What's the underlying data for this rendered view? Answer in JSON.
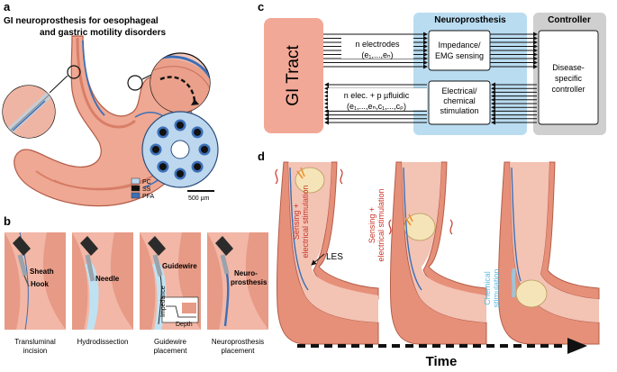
{
  "panel_a": {
    "label": "a",
    "title_line1": "GI neuroprosthesis for oesophageal",
    "title_line2": "and gastric motility disorders",
    "legend": [
      {
        "key": "PC",
        "color": "#bcd7ee"
      },
      {
        "key": "SS",
        "color": "#111111"
      },
      {
        "key": "PFA",
        "color": "#3c6fb6"
      }
    ],
    "scale_bar": "500 µm"
  },
  "panel_b": {
    "label": "b",
    "steps": [
      {
        "caption_line1": "Transluminal",
        "caption_line2": "incision",
        "labels": [
          "Sheath",
          "Hook"
        ]
      },
      {
        "caption_line1": "Hydrodissection",
        "caption_line2": "",
        "labels": [
          "Needle"
        ]
      },
      {
        "caption_line1": "Guidewire",
        "caption_line2": "placement",
        "labels": [
          "Guidewire"
        ]
      },
      {
        "caption_line1": "Neuroprosthesis",
        "caption_line2": "placement",
        "labels": [
          "Neuro-",
          "prosthesis"
        ]
      }
    ],
    "inset_ylabel": "Impedance",
    "inset_xlabel": "Depth"
  },
  "panel_c": {
    "label": "c",
    "gi_tract": "GI Tract",
    "neuro_header": "Neuroprosthesis",
    "controller_header": "Controller",
    "top_arrow_line1": "n electrodes",
    "top_arrow_line2": "(e₁,...,eₙ)",
    "bottom_arrow_line1": "n elec. + p µfluidic",
    "bottom_arrow_line2": "(e₁,...,eₙ,c₁,...,cₚ)",
    "sensing_line1": "Impedance/",
    "sensing_line2": "EMG sensing",
    "stim_line1": "Electrical/",
    "stim_line2": "chemical",
    "stim_line3": "stimulation",
    "controller_line1": "Disease-",
    "controller_line2": "specific",
    "controller_line3": "controller",
    "colors": {
      "gi": "#f2a896",
      "neuro": "#b9dcf1",
      "controller": "#cfcfcf"
    }
  },
  "panel_d": {
    "label": "d",
    "side1_line1": "Sensing +",
    "side1_line2": "electrical stimulation",
    "side2_line1": "Sensing +",
    "side2_line2": "electrical stimulation",
    "side3_line1": "Chemical",
    "side3_line2": "stimulation",
    "les": "LES",
    "time": "Time"
  }
}
